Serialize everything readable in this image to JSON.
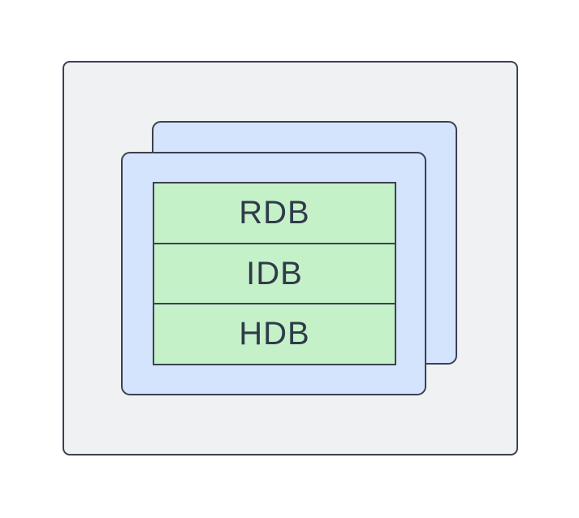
{
  "colors": {
    "canvas-bg": "#ffffff",
    "outer-fill": "#f0f1f3",
    "card-fill": "#d4e4fd",
    "stack-fill": "#c5f1c8",
    "stroke": "#3a4150",
    "text": "#2f3b4a"
  },
  "diagram": {
    "stack_items": [
      {
        "label": "RDB"
      },
      {
        "label": "IDB"
      },
      {
        "label": "HDB"
      }
    ]
  }
}
